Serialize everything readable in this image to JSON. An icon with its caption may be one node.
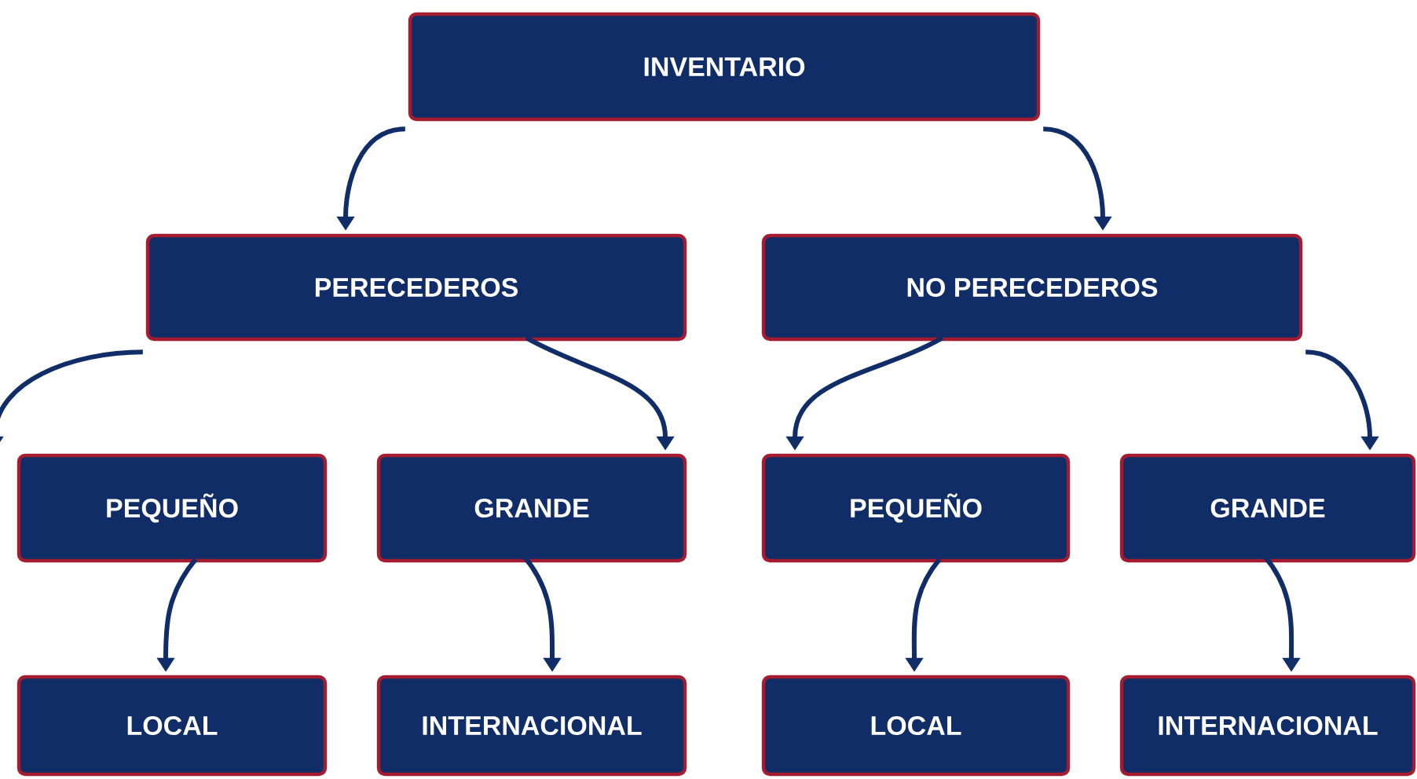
{
  "diagram": {
    "nodes": [
      {
        "text": [
          "INVENTARIO"
        ]
      },
      {
        "text": [
          "PERECEDEROS"
        ]
      },
      {
        "text": [
          "NO PERECEDEROS"
        ]
      },
      {
        "text": [
          "PEQUEÑO"
        ]
      },
      {
        "text": [
          "GRANDE"
        ]
      },
      {
        "text": [
          "PEQUEÑO"
        ]
      },
      {
        "text": [
          "GRANDE"
        ]
      },
      {
        "text": [
          "LOCAL"
        ]
      },
      {
        "text": [
          "INTERNACIONAL"
        ]
      },
      {
        "text": [
          "LOCAL"
        ]
      },
      {
        "text": [
          "INTERNACIONAL"
        ]
      }
    ],
    "edges": [
      {
        "from": 0,
        "to": 1,
        "arrow": "to"
      },
      {
        "from": 0,
        "to": 2,
        "arrow": "to"
      },
      {
        "from": 1,
        "to": 3,
        "arrow": "to"
      },
      {
        "from": 1,
        "to": 4,
        "arrow": "to"
      },
      {
        "from": 2,
        "to": 5,
        "arrow": "to"
      },
      {
        "from": 2,
        "to": 6,
        "arrow": "to"
      },
      {
        "from": 3,
        "to": 7,
        "arrow": "to"
      },
      {
        "from": 4,
        "to": 8,
        "arrow": "to"
      },
      {
        "from": 5,
        "to": 9,
        "arrow": "to"
      },
      {
        "from": 6,
        "to": 10,
        "arrow": "to"
      }
    ]
  }
}
